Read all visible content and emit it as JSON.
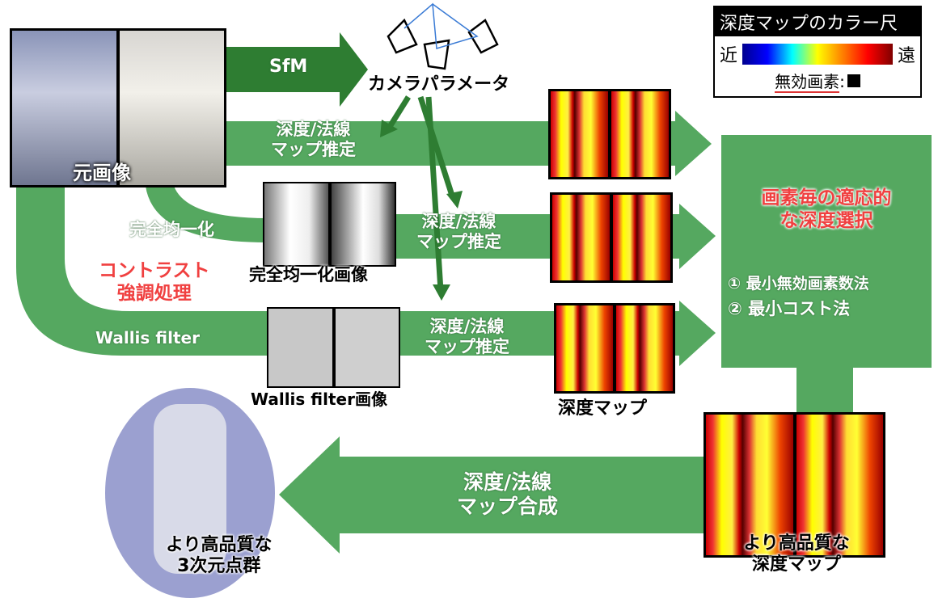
{
  "legend": {
    "title": "深度マップのカラー尺",
    "near": "近",
    "far": "遠",
    "invalid_label": "無効画素",
    "invalid_sep": ":",
    "gradient": [
      "#00008f",
      "#0000ff",
      "#00ffff",
      "#ffff00",
      "#ff8000",
      "#ff0000",
      "#800000"
    ]
  },
  "colors": {
    "green": "#55a860",
    "dark_green": "#2e7d32",
    "red_text": "#f04040"
  },
  "labels": {
    "source": "元画像",
    "sfm": "SfM",
    "camera": "カメラパラメータ",
    "estimate1": [
      "深度/法線",
      "マップ推定"
    ],
    "estimate2": [
      "深度/法線",
      "マップ推定"
    ],
    "estimate3": [
      "深度/法線",
      "マップ推定"
    ],
    "equalize": "完全均一化",
    "equalized_image": "完全均一化画像",
    "contrast": [
      "コントラスト",
      "強調処理"
    ],
    "wallis": "Wallis filter",
    "wallis_image": "Wallis filter画像",
    "depth_map": "深度マップ",
    "select_title": [
      "画素毎の適応的",
      "な深度選択"
    ],
    "method1": "① 最小無効画素数法",
    "method2": "② 最小コスト法",
    "better_depth": [
      "より高品質な",
      "深度マップ"
    ],
    "merge": [
      "深度/法線",
      "マップ合成"
    ],
    "better_cloud": [
      "より高品質な",
      "3次元点群"
    ]
  }
}
